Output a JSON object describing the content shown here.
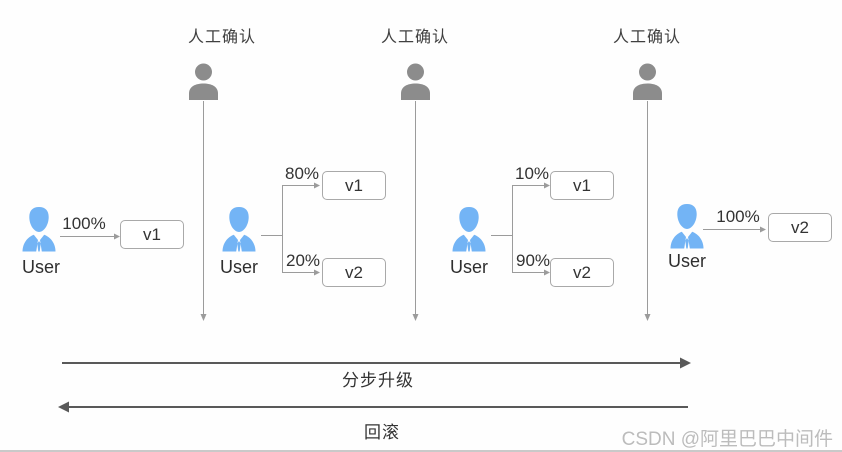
{
  "diagram": {
    "title_hint": "staged rollout / canary upgrade flow",
    "confirmations": [
      {
        "label": "人工确认"
      },
      {
        "label": "人工确认"
      },
      {
        "label": "人工确认"
      }
    ],
    "stages": [
      {
        "user": "User",
        "flows": [
          {
            "percent": "100%",
            "version": "v1"
          }
        ]
      },
      {
        "user": "User",
        "flows": [
          {
            "percent": "80%",
            "version": "v1"
          },
          {
            "percent": "20%",
            "version": "v2"
          }
        ]
      },
      {
        "user": "User",
        "flows": [
          {
            "percent": "10%",
            "version": "v1"
          },
          {
            "percent": "90%",
            "version": "v2"
          }
        ]
      },
      {
        "user": "User",
        "flows": [
          {
            "percent": "100%",
            "version": "v2"
          }
        ]
      }
    ],
    "bottom": {
      "upgrade": "分步升级",
      "rollback": "回滚"
    },
    "watermark": "CSDN @阿里巴巴中间件",
    "colors": {
      "user_icon": "#73b4f5",
      "confirm_icon": "#8c8c8c",
      "connector": "#9b9b9b",
      "bottom_arrow": "#595959",
      "box_border": "#a9a9a9",
      "text": "#383838",
      "watermark": "#bcbcbc"
    }
  }
}
